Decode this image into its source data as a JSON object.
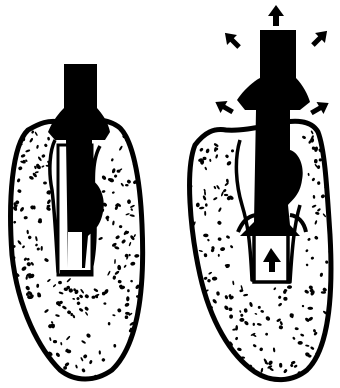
{
  "figure": {
    "panels": [
      {
        "id": "before",
        "elements": [
          "socket-outline",
          "stippled-bone",
          "post-space-channel",
          "dark-post"
        ]
      },
      {
        "id": "after",
        "elements": [
          "socket-outline",
          "stippled-bone",
          "post-space-channel",
          "dark-post",
          "upward-arrow",
          "outward-force-arrows"
        ],
        "outward_arrow_count": 5
      }
    ],
    "colors": {
      "ink": "#000000",
      "paper": "#ffffff"
    }
  }
}
